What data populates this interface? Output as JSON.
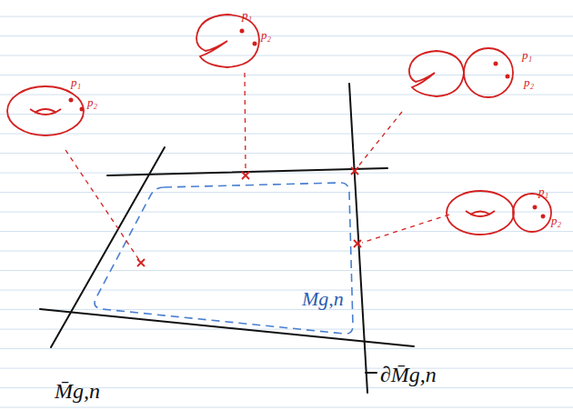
{
  "diagram": {
    "labels": [
      "p₁",
      "p₂",
      "p₁",
      "p₂",
      "p₁",
      "p₂",
      "p₁",
      "p₂",
      "Mg,n",
      "M̄g,n",
      "∂M̄g,n"
    ]
  }
}
